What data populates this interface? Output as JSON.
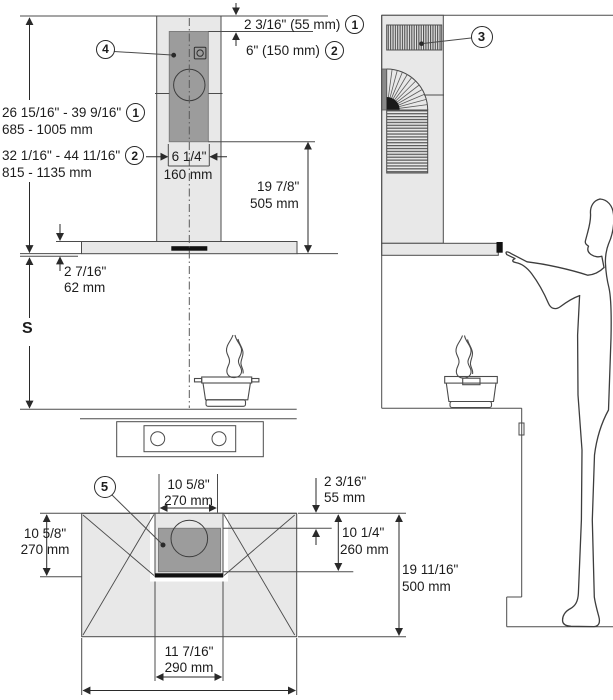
{
  "callouts": {
    "c1": "1",
    "c2": "2",
    "c3": "3",
    "c4": "4",
    "c5": "5"
  },
  "front_view": {
    "ceiling_gap": "2 3/16\" (55 mm)",
    "outlet_height": "6\" (150 mm)",
    "height_range_1_in": "26 15/16\" - 39 9/16\"",
    "height_range_1_mm": "685 - 1005 mm",
    "height_range_2_in": "32 1/16\" - 44 11/16\"",
    "height_range_2_mm": "815 - 1135 mm",
    "duct_width_in": "6 1/4\"",
    "duct_width_mm": "160 mm",
    "chimney_height_in": "19 7/8\"",
    "chimney_height_mm": "505 mm",
    "canopy_height_in": "2 7/16\"",
    "canopy_height_mm": "62 mm",
    "safety_distance_symbol": "S"
  },
  "plan_view": {
    "duct_cover_width_in": "10 5/8\"",
    "duct_cover_width_mm": "270 mm",
    "duct_cover_depth_in": "10 5/8\"",
    "duct_cover_depth_mm": "270 mm",
    "wall_clearance_in": "2 3/16\"",
    "wall_clearance_mm": "55 mm",
    "inner_depth_in": "10 1/4\"",
    "inner_depth_mm": "260 mm",
    "canopy_depth_in": "19 11/16\"",
    "canopy_depth_mm": "500 mm",
    "cutout_width_in": "11 7/16\"",
    "cutout_width_mm": "290 mm"
  },
  "colors": {
    "panel_light": "#e8e8e8",
    "panel_dark": "#9c9c9c",
    "line": "#4b4b4b",
    "accent_black": "#111111"
  }
}
